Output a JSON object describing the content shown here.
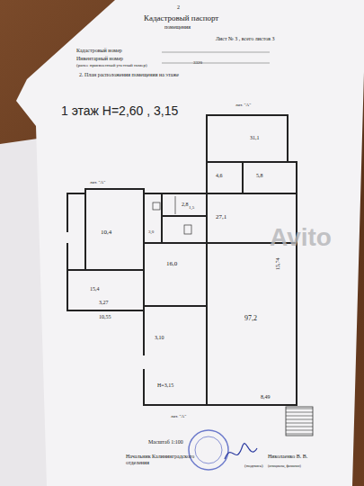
{
  "diagram": {
    "title": "Кадастровый паспорт",
    "labels": [
      "2",
      "помещения",
      "Лист № 3 , всего листов 3",
      "Кадастровый номер",
      "Инвентарный номер",
      "(ранее присвоенный учетный номер)",
      "3320",
      "2. План расположения помещения на этаже",
      "1 этаж H=2,60 , 3,15",
      "лит. \"А\"",
      "лит. \"А\"",
      "лит. \"А\"",
      "31,1",
      "5,8",
      "4,6",
      "2,8",
      "16,0",
      "10,4",
      "15,4",
      "27,1",
      "97,2",
      "3,0",
      "1,5",
      "3,27",
      "10,55",
      "3,10",
      "H=3,15",
      "15,74",
      "8,49",
      "Масштаб 1:100",
      "Начальник Калининградского отделения",
      "(подпись)",
      "Николаенко В. В.",
      "(инициалы, фамилия)",
      "Avito"
    ]
  }
}
